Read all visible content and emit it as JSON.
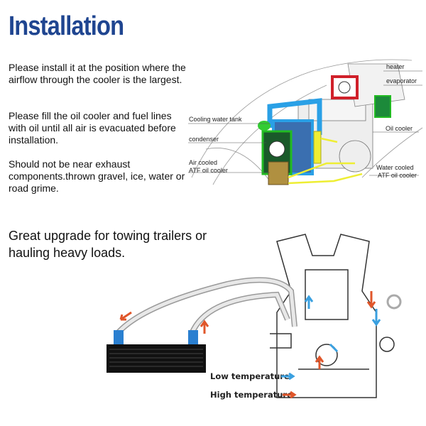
{
  "title": "Installation",
  "instructions": [
    "Please install it at the position where the airflow through the cooler is the largest.",
    "Please fill the oil cooler and fuel lines with oil until all air is evacuated before installation.",
    "Should not be near exhaust components.thrown gravel, ice, water or road grime."
  ],
  "car_diagram": {
    "labels": {
      "heater": "heater",
      "evaporator": "evaporator",
      "cooling_water_tank": "Cooling water tank",
      "oil_cooler": "Oil cooler",
      "condenser": "condenser",
      "air_cooled_1": "Air cooled",
      "air_cooled_2": "ATF oil cooler",
      "water_cooled_1": "Water cooled",
      "water_cooled_2": "ATF oil cooler"
    }
  },
  "tagline": "Great upgrade for towing trailers or hauling heavy loads.",
  "legend": {
    "low": "Low temperature",
    "high": "High temperature",
    "low_color": "#3aa0e0",
    "high_color": "#e0562a"
  }
}
